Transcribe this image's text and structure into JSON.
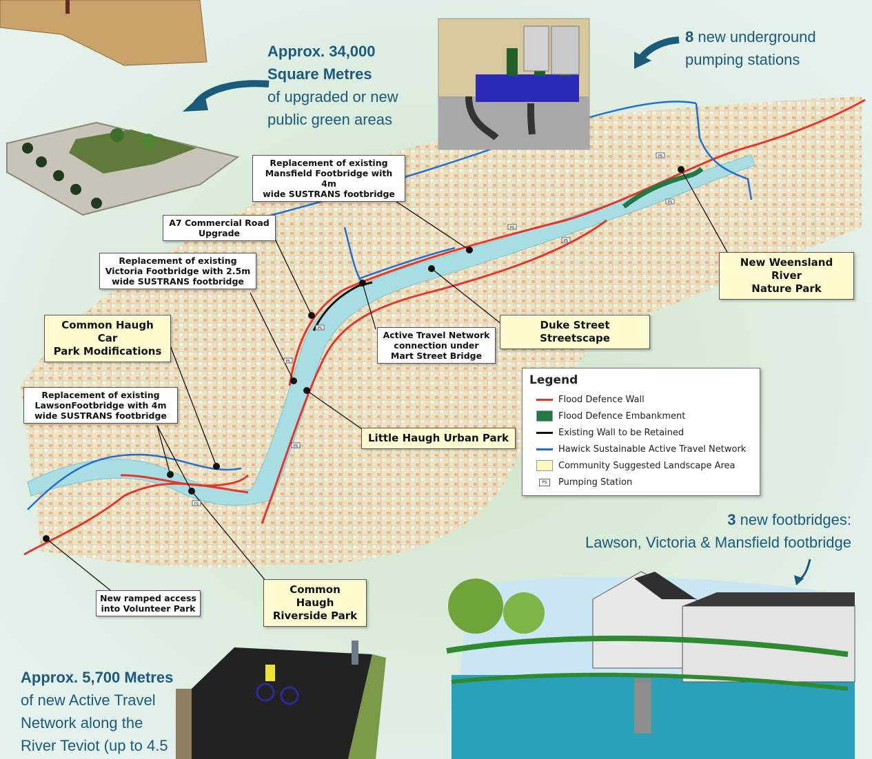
{
  "headlines": {
    "green_areas": {
      "strong1": "Approx. 34,000",
      "strong2": "Square Metres",
      "line3": "of upgraded or new",
      "line4": "public green areas"
    },
    "pumping": {
      "strong": "8",
      "line1": "new underground",
      "line2": "pumping stations"
    },
    "footbridges": {
      "strong": "3",
      "line1": "new footbridges:",
      "line2": "Lawson, Victoria & Mansfield footbridge"
    },
    "travel": {
      "strong": "Approx. 5,700 Metres",
      "line2": "of new  Active Travel",
      "line3": "Network along the",
      "line4": "River Teviot (up to 4.5"
    }
  },
  "callouts": {
    "mansfield": [
      "Replacement of existing",
      "Mansfield Footbridge with 4m",
      "wide SUSTRANS footbridge"
    ],
    "a7": [
      "A7 Commercial Road",
      "Upgrade"
    ],
    "victoria": [
      "Replacement of existing",
      "Victoria Footbridge with 2.5m",
      "wide SUSTRANS footbridge"
    ],
    "carpark": [
      "Common Haugh Car",
      "Park Modifications"
    ],
    "lawson": [
      "Replacement of existing",
      "LawsonFootbridge with 4m",
      "wide SUSTRANS footbridge"
    ],
    "active": [
      "Active Travel Network",
      "connection under",
      "Mart Street Bridge"
    ],
    "duke": [
      "Duke Street Streetscape"
    ],
    "weensland": [
      "New Weensland River",
      "Nature Park"
    ],
    "little": [
      "Little Haugh Urban Park"
    ],
    "riverside": [
      "Common Haugh",
      "Riverside Park"
    ],
    "volunteer": [
      "New ramped access",
      "into Volunteer Park"
    ]
  },
  "legend": {
    "title": "Legend",
    "items": [
      {
        "label": "Flood Defence Wall",
        "symbol": "line",
        "color": "#e8352a"
      },
      {
        "label": "Flood Defence Embankment",
        "symbol": "box",
        "color": "#1f7a45"
      },
      {
        "label": "Existing Wall to be Retained",
        "symbol": "line",
        "color": "#111111"
      },
      {
        "label": "Hawick Sustainable Active Travel Network",
        "symbol": "line",
        "color": "#1f6fd1"
      },
      {
        "label": "Community Suggested Landscape Area",
        "symbol": "box",
        "color": "#fff6c0"
      },
      {
        "label": "Pumping Station",
        "symbol": "pump",
        "color": "#ffffff"
      }
    ]
  },
  "pump_label": "PS",
  "colors": {
    "heading": "#1b5a7e",
    "wall": "#e8352a",
    "network": "#1f6fd1",
    "embankment": "#1f7a45",
    "river": "#a8dde3"
  }
}
